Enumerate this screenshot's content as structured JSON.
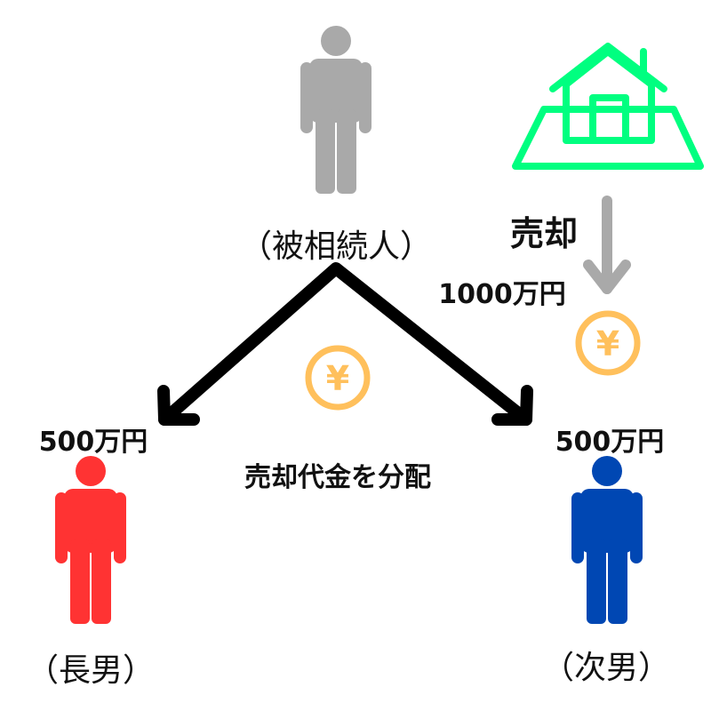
{
  "labels": {
    "deceased": "（被相続人）",
    "sale": "売却",
    "sale_amount": "1000万円",
    "eldest_share": "500万円",
    "second_share": "500万円",
    "distribution": "売却代金を分配",
    "eldest_son": "（長男）",
    "second_son": "（次男）"
  },
  "icons": {
    "house": "house-icon",
    "yen": "¥"
  },
  "colors": {
    "deceased": "#a9a9a9",
    "eldest_son": "#ff3333",
    "second_son": "#0047b3",
    "house": "#00ff80",
    "coin": "#ffc05c",
    "arrow": "#000000",
    "sale_arrow": "#a9a9a9"
  }
}
